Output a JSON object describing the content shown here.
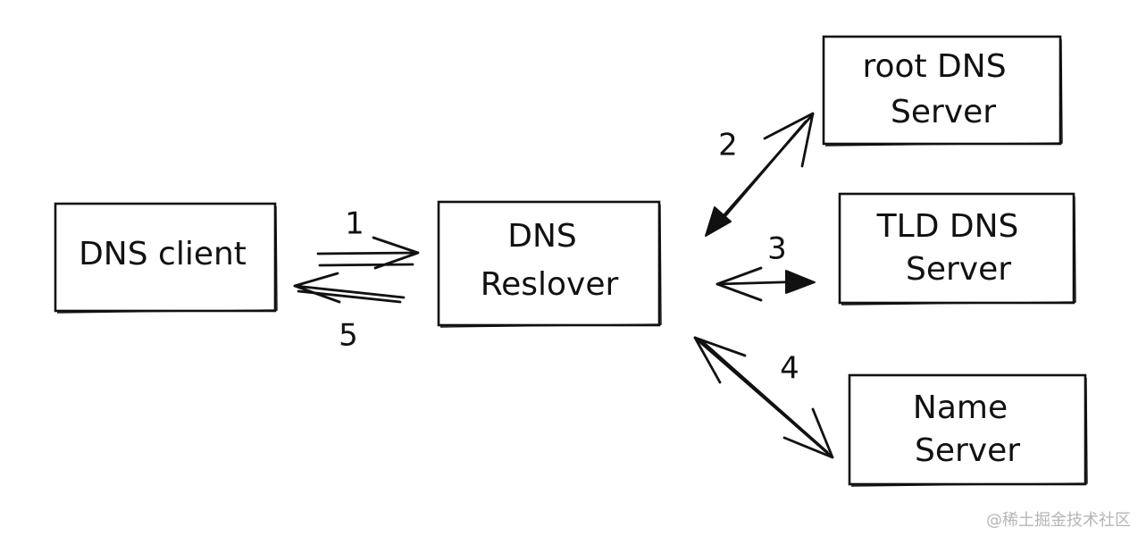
{
  "nodes": {
    "dns_client": {
      "label": "DNS client"
    },
    "dns_resolver": {
      "label_line1": "DNS",
      "label_line2": "Reslover"
    },
    "root_dns": {
      "label_line1": "root DNS",
      "label_line2": "Server"
    },
    "tld_dns": {
      "label_line1": "TLD DNS",
      "label_line2": "Server"
    },
    "name_server": {
      "label_line1": "Name",
      "label_line2": "Server"
    }
  },
  "steps": {
    "step1": "1",
    "step2": "2",
    "step3": "3",
    "step4": "4",
    "step5": "5"
  },
  "watermark": "@稀土掘金技术社区"
}
